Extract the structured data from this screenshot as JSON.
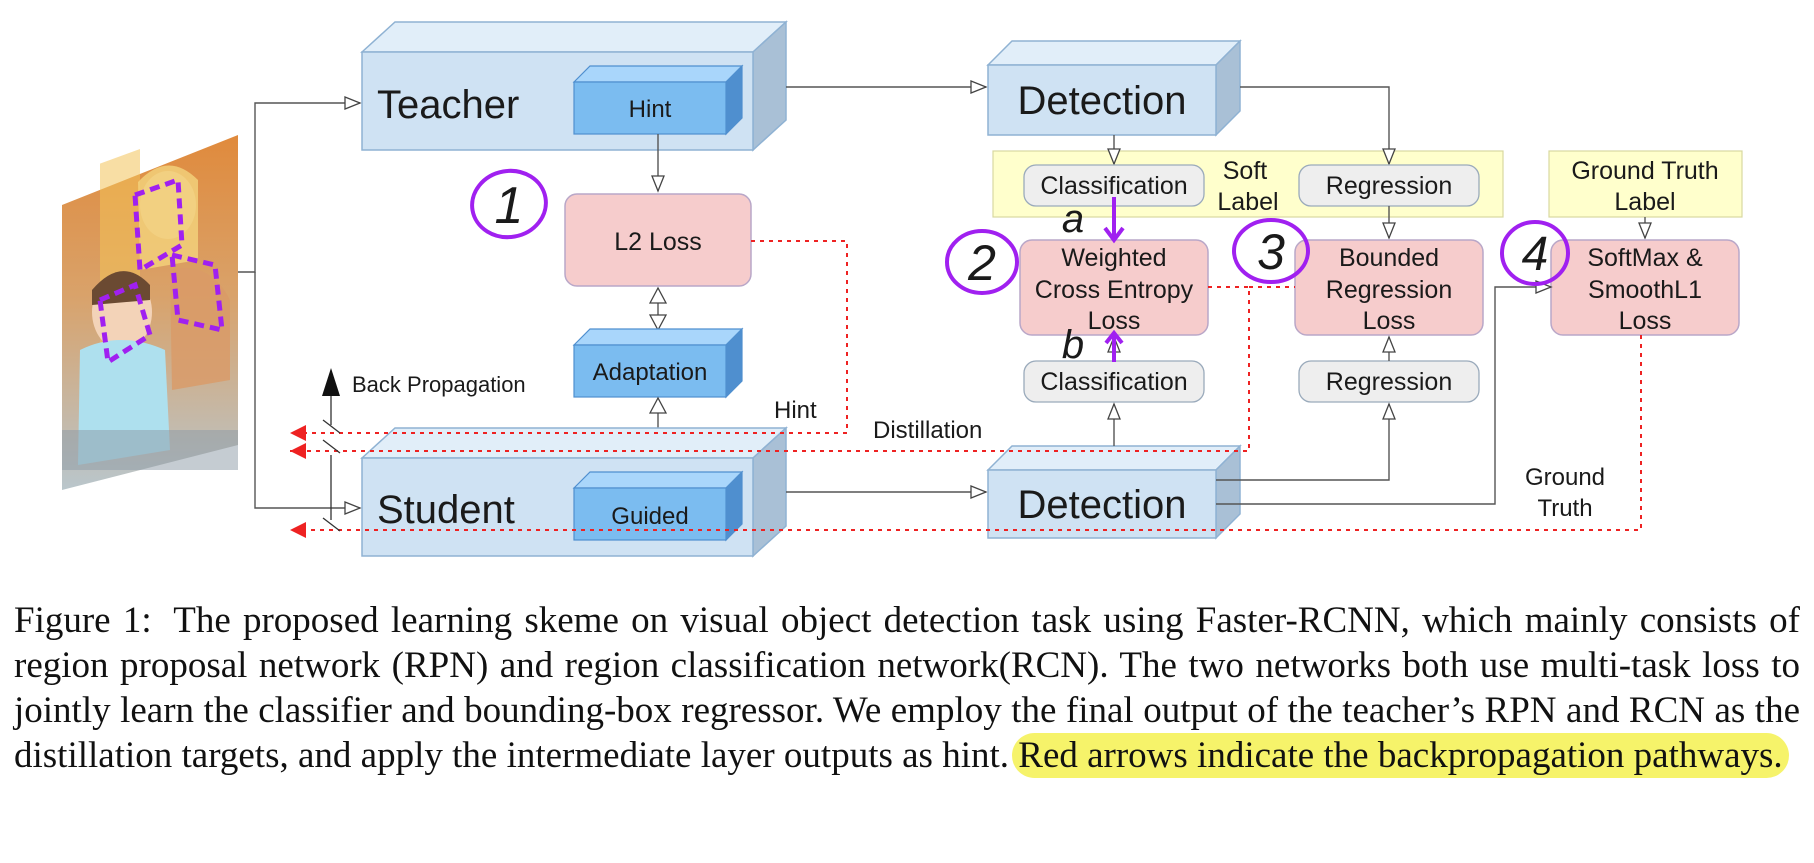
{
  "diagram": {
    "teacher": "Teacher",
    "hint": "Hint",
    "student": "Student",
    "guided": "Guided",
    "l2_loss": "L2 Loss",
    "adaptation": "Adaptation",
    "back_propagation": "Back Propagation",
    "hint_edge": "Hint",
    "distillation_edge": "Distillation",
    "teacher_detection": "Detection",
    "student_detection": "Detection",
    "teacher_classification": "Classification",
    "teacher_regression": "Regression",
    "soft_label": [
      "Soft",
      "Label"
    ],
    "student_classification": "Classification",
    "student_regression": "Regression",
    "wce_loss": [
      "Weighted",
      "Cross Entropy",
      "Loss"
    ],
    "bounded_loss": [
      "Bounded",
      "Regression",
      "Loss"
    ],
    "ground_truth_label": [
      "Ground Truth",
      "Label"
    ],
    "softmax_loss": [
      "SoftMax &",
      "SmoothL1",
      "Loss"
    ],
    "ground_truth_edge": [
      "Ground",
      "Truth"
    ],
    "annotations": [
      "1",
      "2",
      "3",
      "4",
      "a",
      "b"
    ]
  },
  "caption": {
    "label": "Figure 1:",
    "text_plain": "The proposed learning skeme on visual object detection task using Faster-RCNN, which mainly consists of region proposal network (RPN) and region classification network(RCN). The two networks both use multi-task loss to jointly learn the classifier and bounding-box regressor. We employ the final output of the teacher’s RPN and RCN as the distillation targets, and apply the intermediate layer outputs as hint.",
    "text_highlight": "Red arrows indicate the backpropagation pathways."
  },
  "colors": {
    "box_blue_light": "#cfe2f3",
    "box_blue_dark": "#7bbcf0",
    "loss_pink": "#f6cccc",
    "label_yellow": "#ffffcc",
    "pill_gray": "#eeeeee",
    "backprop_red": "#ee2222",
    "annotation_purple": "#a020f0",
    "highlight_yellow": "#f6f36a"
  }
}
